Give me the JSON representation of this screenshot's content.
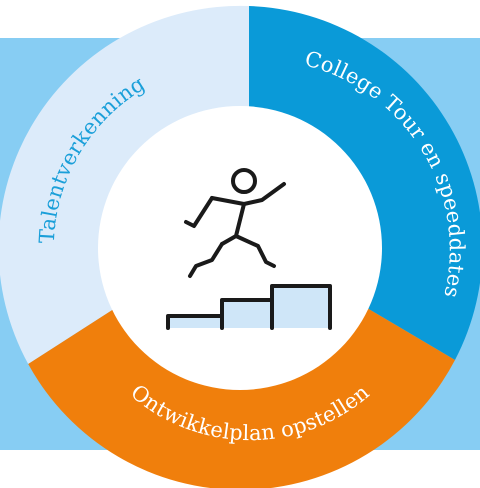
{
  "diagram": {
    "segments": [
      {
        "id": "talent",
        "label": "Talentverkenning",
        "fill": "#dcebfa",
        "text_color": "#1a9fd9"
      },
      {
        "id": "college",
        "label": "College Tour en speeddates",
        "fill": "#0a9ad8",
        "text_color": "#ffffff"
      },
      {
        "id": "plan",
        "label": "Ontwikkelplan opstellen",
        "fill": "#f07f0c",
        "text_color": "#ffffff"
      }
    ],
    "center_icon": "person-climbing-stairs-icon",
    "colors": {
      "background_band": "#87cdf3",
      "center_disc": "#ffffff",
      "icon_stroke": "#1a1a1a",
      "stair_fill": "#cfe6f8"
    }
  }
}
